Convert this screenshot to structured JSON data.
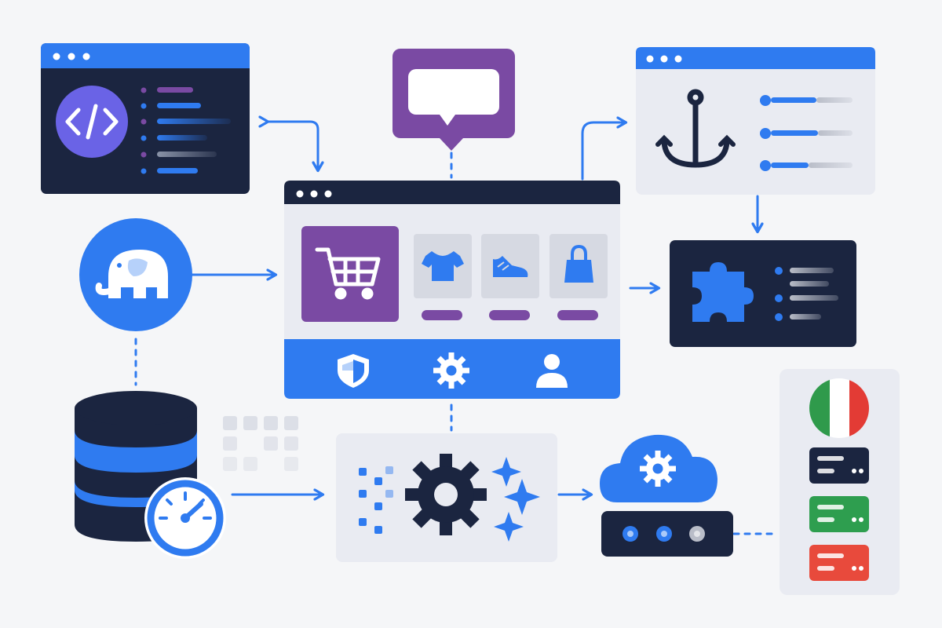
{
  "colors": {
    "background": "#f5f6f8",
    "blue": "#2f7bf0",
    "navy": "#1b2540",
    "purple": "#7a4aa3",
    "light_panel": "#e9ebf2",
    "tile": "#d6d9e2",
    "white": "#ffffff",
    "green": "#2e9e4f",
    "red": "#e84a3c",
    "italy_green": "#2f9a4b",
    "italy_red": "#e33b35"
  },
  "icons": {
    "code_window": "code-brackets-icon",
    "speech_bubble": "speech-bubble-icon",
    "hook_window": "anchor-hook-icon",
    "php_elephant": "elephant-icon",
    "cart": "shopping-cart-icon",
    "shirt": "tshirt-icon",
    "shoe": "sneaker-icon",
    "bag": "shopping-bag-icon",
    "shield": "shield-icon",
    "settings": "gear-icon",
    "user": "user-icon",
    "plugin": "puzzle-piece-icon",
    "database": "database-icon",
    "speed": "speedometer-icon",
    "processing_gear": "gear-icon",
    "sparkles": "sparkle-icon",
    "cloud": "cloud-gear-icon",
    "server": "server-icon",
    "flag": "italy-flag-icon"
  },
  "store": {
    "products": [
      {
        "name": "cart",
        "highlighted": true
      },
      {
        "name": "shirt",
        "highlighted": false
      },
      {
        "name": "shoe",
        "highlighted": false
      },
      {
        "name": "bag",
        "highlighted": false
      }
    ]
  },
  "status_cards": [
    {
      "status": "neutral",
      "color": "#1b2540"
    },
    {
      "status": "success",
      "color": "#2e9e4f"
    },
    {
      "status": "error",
      "color": "#e84a3c"
    }
  ]
}
